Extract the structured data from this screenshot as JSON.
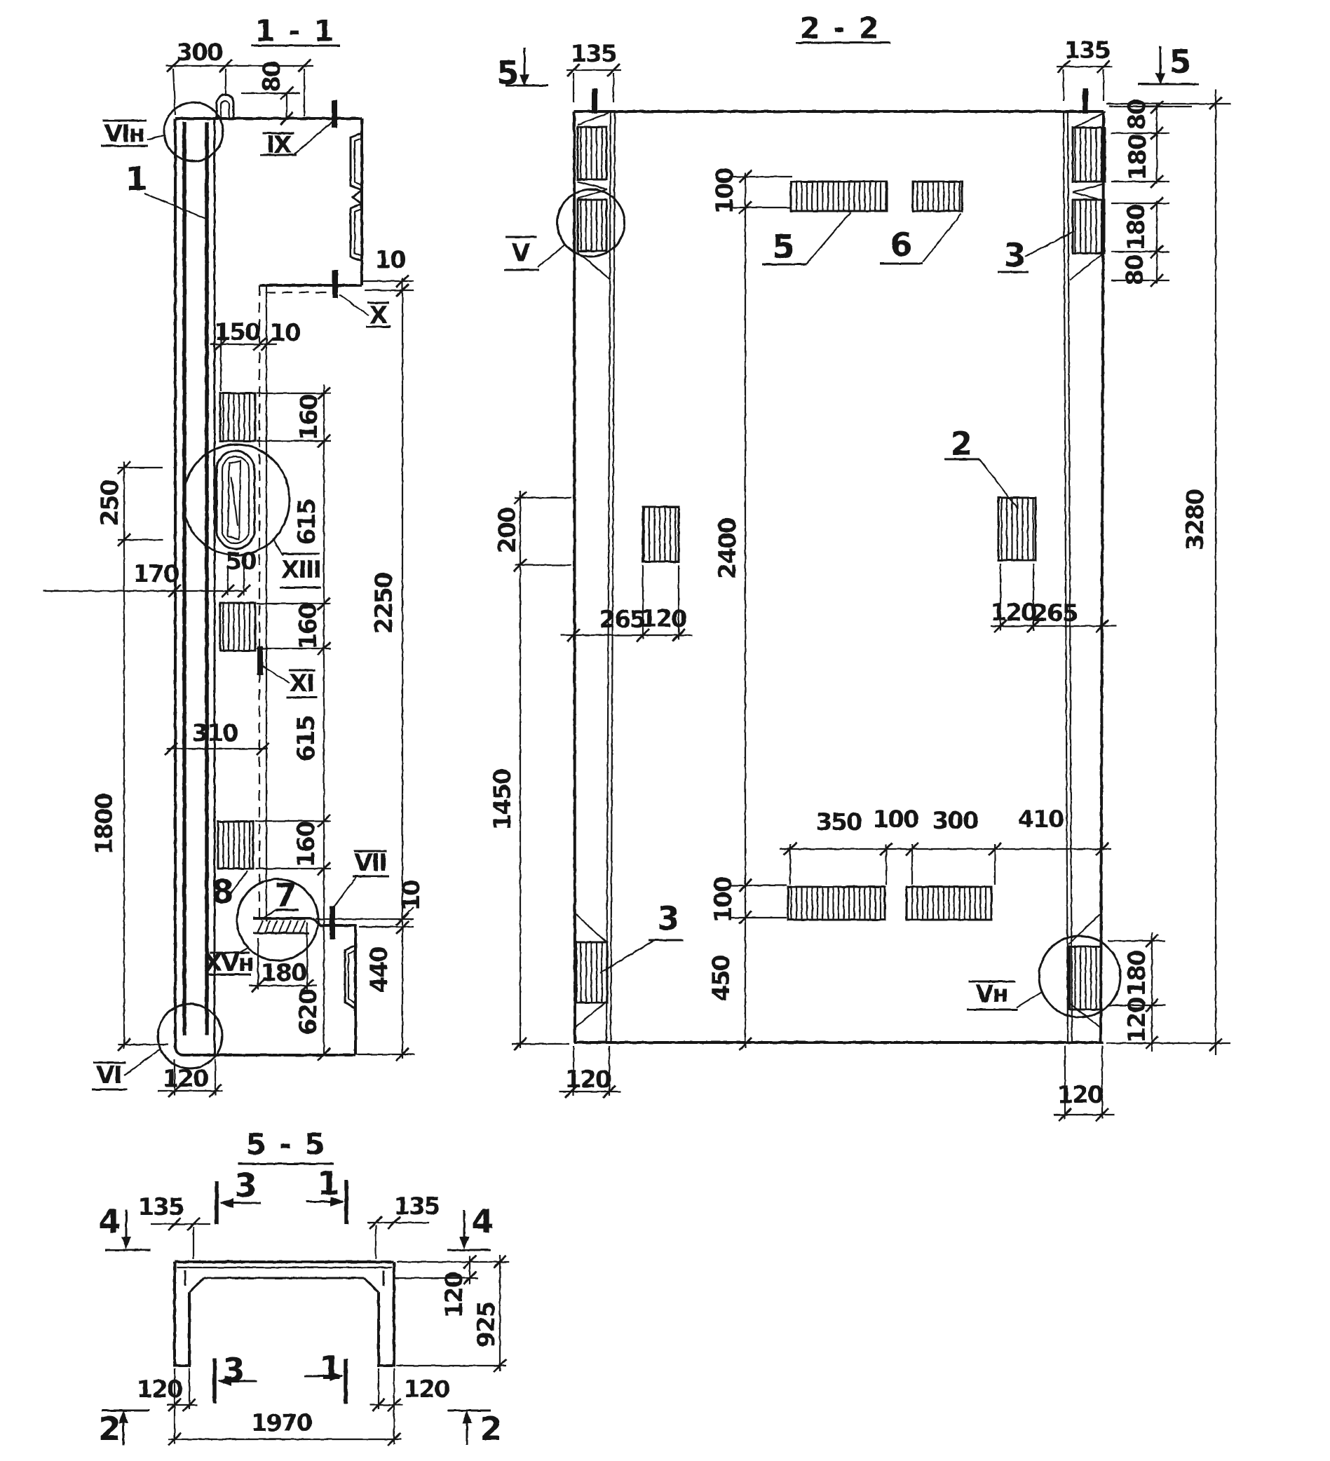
{
  "meta": {
    "kind": "engineering-section-drawing",
    "ink_color": "#141414",
    "background_color": "#ffffff"
  },
  "v1": {
    "title": "1 - 1",
    "d300": "300",
    "d80": "80",
    "d10t": "10",
    "mIX": "IX",
    "mX": "X",
    "mVIn": "VIн",
    "mVI": "VI",
    "mXIII": "XIII",
    "mXI": "XI",
    "mVII": "VII",
    "mXVn": "XVн",
    "l1": "1",
    "l7": "7",
    "l8": "8",
    "d150": "150",
    "d10s": "10",
    "d160a": "160",
    "d615a": "615",
    "d160b": "160",
    "d615b": "615",
    "d160c": "160",
    "d2250": "2250",
    "d250": "250",
    "d170": "170",
    "d50": "50",
    "d310": "310",
    "d1800": "1800",
    "d120": "120",
    "d180": "180",
    "d10b": "10",
    "d440": "440",
    "d620": "620"
  },
  "v2": {
    "title": "2 - 2",
    "m5L": "5",
    "m5R": "5",
    "d135L": "135",
    "d135R": "135",
    "mV": "V",
    "mVn": "Vн",
    "l5": "5",
    "l6": "6",
    "l2": "2",
    "l3t": "3",
    "l3b": "3",
    "d100t": "100",
    "d100m": "100",
    "d100b": "100",
    "d80a": "80",
    "d180a": "180",
    "d180b": "180",
    "d80b": "80",
    "d200": "200",
    "d1450": "1450",
    "d2400": "2400",
    "d3280": "3280",
    "d265L": "265",
    "d120L": "120",
    "d120R": "120",
    "d265R": "265",
    "d350": "350",
    "d300": "300",
    "d410": "410",
    "d450": "450",
    "d180br": "180",
    "d120br": "120",
    "d120bl": "120",
    "d120brr": "120"
  },
  "v5": {
    "title": "5 - 5",
    "m4L": "4",
    "m4R": "4",
    "m2L": "2",
    "m2R": "2",
    "m3t": "3",
    "m1t": "1",
    "m3b": "3",
    "m1b": "1",
    "d135L": "135",
    "d135R": "135",
    "d120s": "120",
    "d925": "925",
    "d120bl": "120",
    "d1970": "1970",
    "d120br": "120"
  }
}
